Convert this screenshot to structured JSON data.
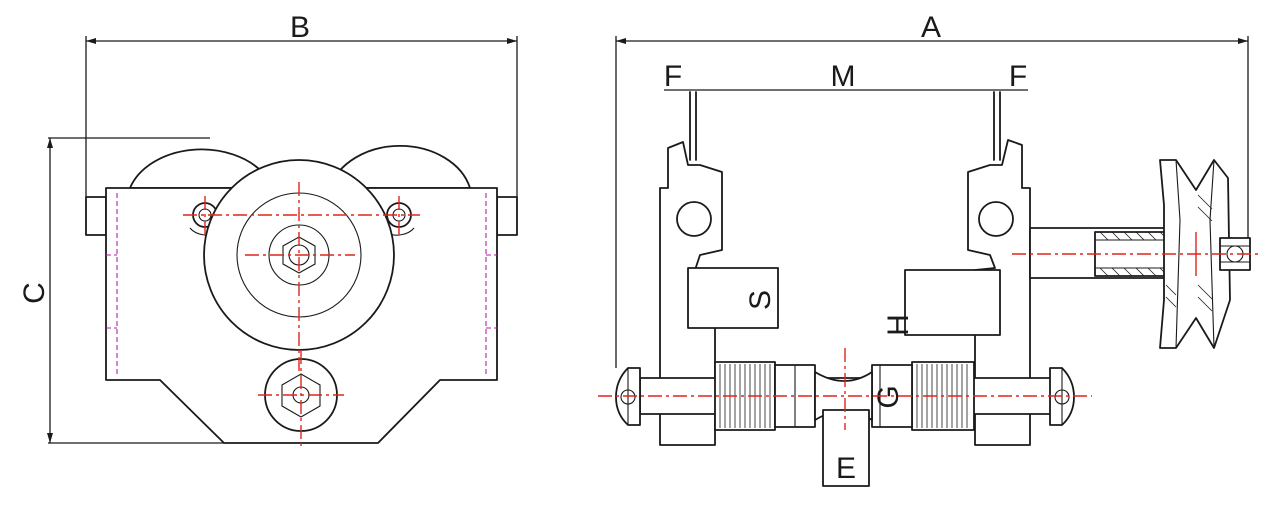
{
  "diagram": {
    "labels": {
      "A": "A",
      "B": "B",
      "C": "C",
      "E": "E",
      "F_left": "F",
      "F_right": "F",
      "G": "G",
      "H": "H",
      "M": "M",
      "S": "S"
    },
    "colors": {
      "outline": "#1a1a1a",
      "center_line": "#e0241b",
      "hidden_line": "#b01fb0",
      "background": "#ffffff"
    }
  }
}
